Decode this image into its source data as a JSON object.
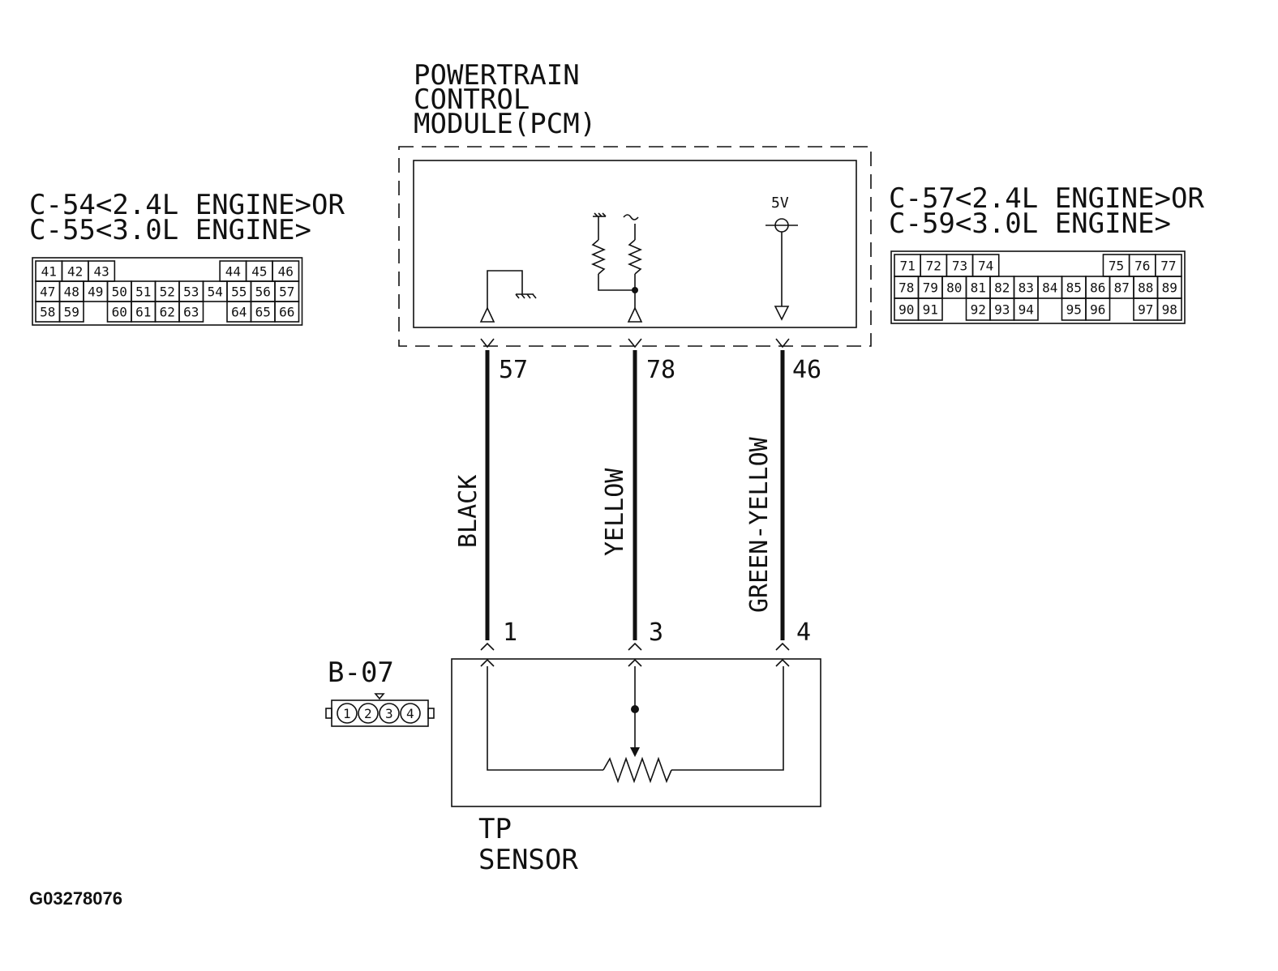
{
  "pcm": {
    "title_line1": "POWERTRAIN",
    "title_line2": "CONTROL",
    "title_line3": "MODULE(PCM)",
    "supply_label": "5V"
  },
  "left_connector": {
    "label_line1": "C-54<2.4L ENGINE>OR",
    "label_line2": "C-55<3.0L ENGINE>",
    "rows": [
      [
        "41",
        "42",
        "43",
        "",
        "",
        "",
        "",
        "44",
        "45",
        "46"
      ],
      [
        "47",
        "48",
        "49",
        "50",
        "51",
        "52",
        "53",
        "54",
        "55",
        "56",
        "57"
      ],
      [
        "58",
        "59",
        "",
        "60",
        "61",
        "62",
        "63",
        "",
        "64",
        "65",
        "66"
      ]
    ]
  },
  "right_connector": {
    "label_line1": "C-57<2.4L ENGINE>OR",
    "label_line2": "C-59<3.0L ENGINE>",
    "rows": [
      [
        "71",
        "72",
        "73",
        "74",
        "",
        "",
        "",
        "",
        "75",
        "76",
        "77"
      ],
      [
        "78",
        "79",
        "80",
        "81",
        "82",
        "83",
        "84",
        "85",
        "86",
        "87",
        "88",
        "89"
      ],
      [
        "90",
        "91",
        "",
        "92",
        "93",
        "94",
        "",
        "95",
        "96",
        "",
        "97",
        "98"
      ]
    ]
  },
  "wires": [
    {
      "pcm_pin": "57",
      "color": "BLACK",
      "sensor_pin": "1"
    },
    {
      "pcm_pin": "78",
      "color": "YELLOW",
      "sensor_pin": "3"
    },
    {
      "pcm_pin": "46",
      "color": "GREEN-YELLOW",
      "sensor_pin": "4"
    }
  ],
  "sensor_connector": {
    "label": "B-07",
    "pins": [
      "1",
      "2",
      "3",
      "4"
    ]
  },
  "sensor": {
    "label_line1": "TP",
    "label_line2": "SENSOR"
  },
  "figure_id": "G03278076"
}
